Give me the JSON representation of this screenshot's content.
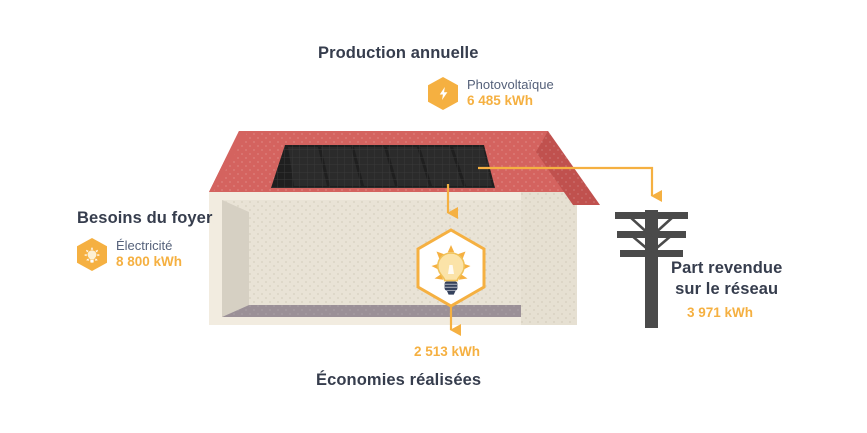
{
  "infographic": {
    "title_top": "Production annuelle",
    "title_left": "Besoins du foyer",
    "title_bottom": "Économies réalisées",
    "title_right_line1": "Part revendue",
    "title_right_line2": "sur le réseau",
    "metrics": {
      "photovoltaic": {
        "label": "Photovoltaïque",
        "value": "6 485 kWh",
        "icon": "bolt-icon"
      },
      "electricity": {
        "label": "Électricité",
        "value": "8 800 kWh",
        "icon": "lightbulb-icon"
      },
      "savings": {
        "value": "2 513 kWh"
      },
      "grid_resale": {
        "value": "3 971 kWh"
      }
    },
    "colors": {
      "accent": "#f5b041",
      "heading_text": "#363d4d",
      "label_text": "#55617a",
      "roof": "#d4635f",
      "roof_shadow": "#c0514e",
      "wall": "#e6e0d2",
      "wall_side": "#d4cec2",
      "floor": "#9b9097",
      "panel": "#262626",
      "pole": "#4a4a4a"
    },
    "chart_data": {
      "type": "diagram",
      "title": "Bilan énergétique annuel d'une installation photovoltaïque",
      "nodes": [
        {
          "name": "Production annuelle",
          "sublabel": "Photovoltaïque",
          "value": 6485,
          "unit": "kWh"
        },
        {
          "name": "Besoins du foyer",
          "sublabel": "Électricité",
          "value": 8800,
          "unit": "kWh"
        },
        {
          "name": "Économies réalisées",
          "sublabel": "",
          "value": 2513,
          "unit": "kWh"
        },
        {
          "name": "Part revendue sur le réseau",
          "sublabel": "",
          "value": 3971,
          "unit": "kWh"
        }
      ],
      "flows": [
        {
          "from": "Panneaux solaires",
          "to": "Foyer (ampoule)",
          "value": 2513,
          "unit": "kWh"
        },
        {
          "from": "Panneaux solaires",
          "to": "Réseau (poteau)",
          "value": 3971,
          "unit": "kWh"
        }
      ]
    }
  }
}
